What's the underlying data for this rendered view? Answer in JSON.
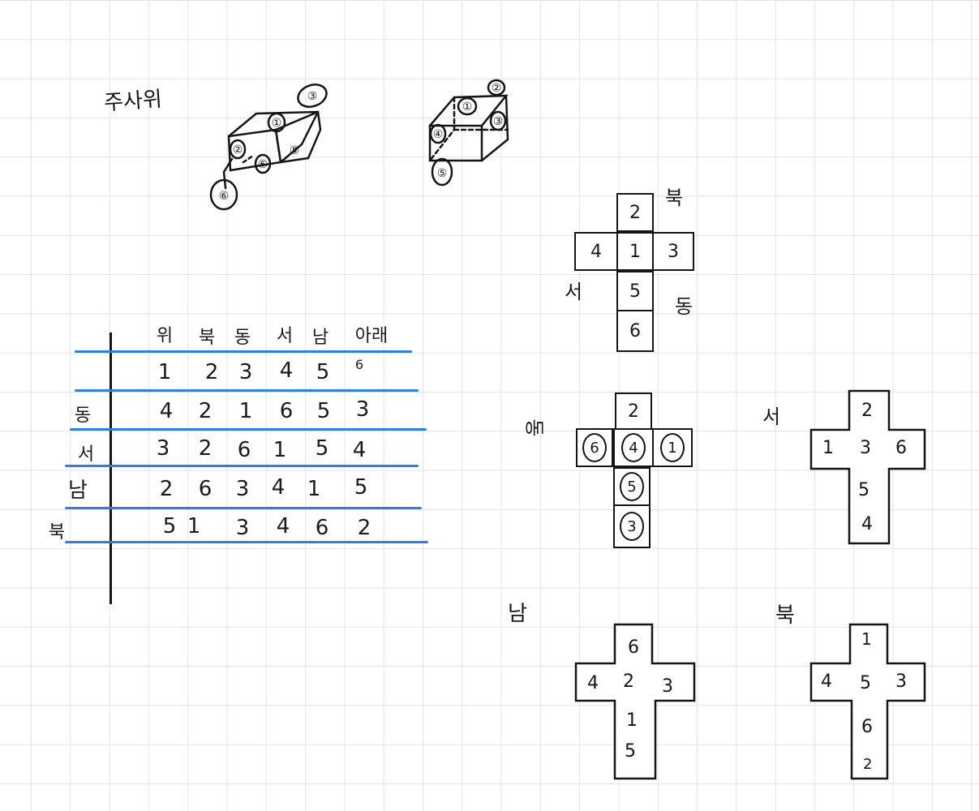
{
  "title": "주사위",
  "dice_sketches": [
    {
      "labels": [
        "③",
        "①",
        "②",
        "⑥",
        "⑤",
        "6",
        "⑥"
      ]
    },
    {
      "labels": [
        "②",
        "①",
        "④",
        "③",
        "⑤"
      ]
    }
  ],
  "table": {
    "headers": [
      "위",
      "북",
      "동",
      "서",
      "남",
      "아래"
    ],
    "rows": [
      {
        "label": "",
        "values": [
          "1",
          "2",
          "3",
          "4",
          "5",
          "6"
        ]
      },
      {
        "label": "동",
        "values": [
          "4",
          "2",
          "1",
          "6",
          "5",
          "3"
        ]
      },
      {
        "label": "서",
        "values": [
          "3",
          "2",
          "6",
          "1",
          "5",
          "4"
        ]
      },
      {
        "label": "남",
        "values": [
          "2",
          "6",
          "3",
          "4",
          "1",
          "5"
        ]
      },
      {
        "label": "북",
        "values": [
          "5",
          "1",
          "3",
          "4",
          "6",
          "2"
        ]
      }
    ]
  },
  "nets": {
    "base": {
      "north_label": "북",
      "west_label": "서",
      "east_label": "동",
      "top": "2",
      "left": "4",
      "center": "1",
      "right": "3",
      "below1": "5",
      "below2": "6"
    },
    "east": {
      "label": "동",
      "top": "2",
      "left": "6",
      "center": "4",
      "right": "1",
      "below1": "5",
      "below2": "3"
    },
    "west": {
      "label": "서",
      "top": "2",
      "left": "1",
      "center": "3",
      "right": "6",
      "below1": "5",
      "below2": "4"
    },
    "south": {
      "label": "남",
      "top": "6",
      "left": "4",
      "center": "2",
      "right": "3",
      "below1": "1",
      "below2": "5"
    },
    "north": {
      "label": "북",
      "top": "1",
      "left": "4",
      "center": "5",
      "right": "3",
      "below1": "6",
      "below2": "2"
    }
  },
  "colors": {
    "ink": "#151515",
    "grid": "#e3e3e3",
    "table_lines": "#2f7fe0"
  }
}
